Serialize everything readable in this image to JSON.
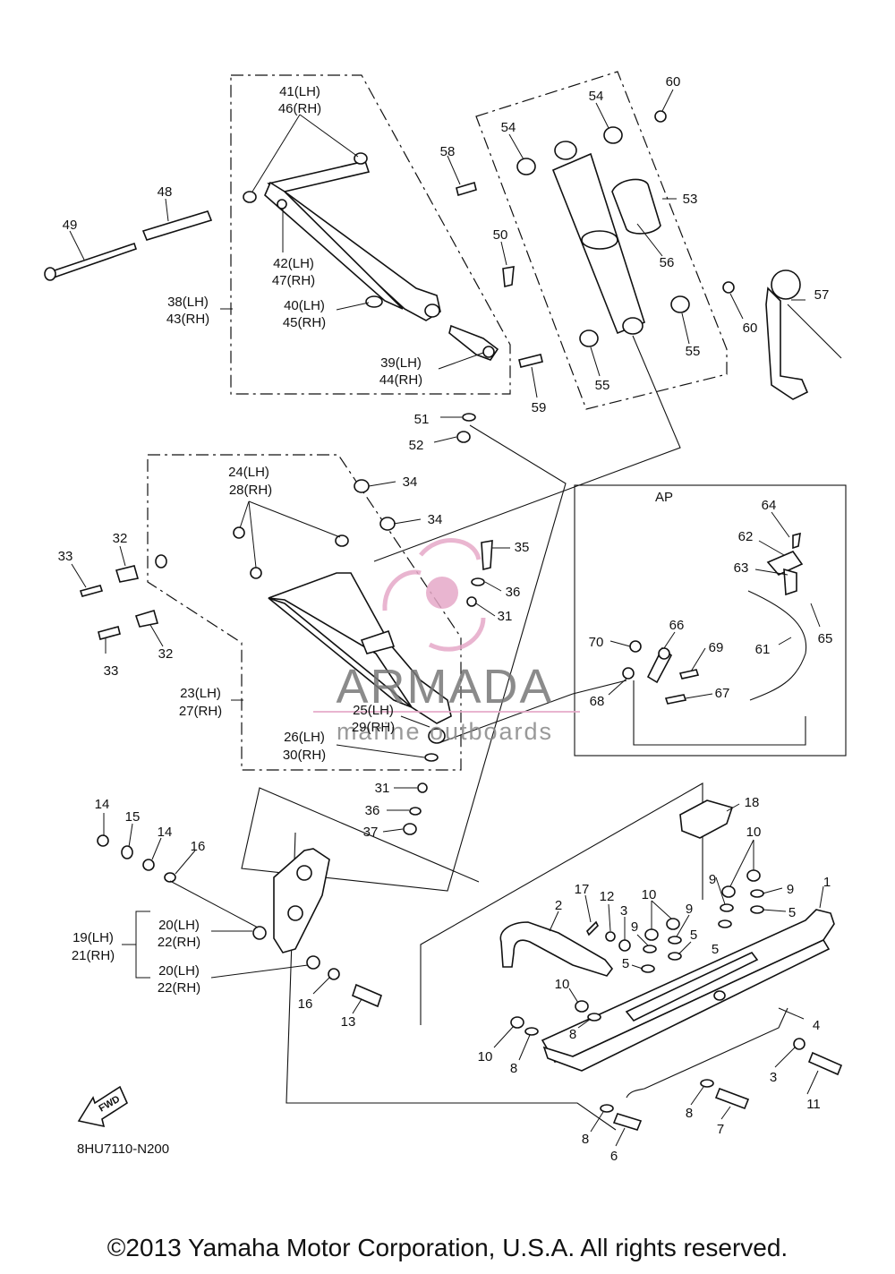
{
  "diagram_code": "8HU7110-N200",
  "fwd_label": "FWD",
  "copyright": "©2013 Yamaha Motor Corporation, U.S.A. All rights reserved.",
  "watermark": {
    "brand": "ARMADA",
    "tagline": "marine outboards",
    "color": "#e6a9c8"
  },
  "inset_title": "AP",
  "callouts": [
    {
      "id": "c1",
      "text": "41(LH)"
    },
    {
      "id": "c2",
      "text": "46(RH)"
    },
    {
      "id": "c3",
      "text": "48"
    },
    {
      "id": "c4",
      "text": "49"
    },
    {
      "id": "c5",
      "text": "42(LH)"
    },
    {
      "id": "c6",
      "text": "47(RH)"
    },
    {
      "id": "c7",
      "text": "38(LH)"
    },
    {
      "id": "c8",
      "text": "43(RH)"
    },
    {
      "id": "c9",
      "text": "40(LH)"
    },
    {
      "id": "c10",
      "text": "45(RH)"
    },
    {
      "id": "c11",
      "text": "50"
    },
    {
      "id": "c12",
      "text": "39(LH)"
    },
    {
      "id": "c13",
      "text": "44(RH)"
    },
    {
      "id": "c14",
      "text": "51"
    },
    {
      "id": "c15",
      "text": "52"
    },
    {
      "id": "c16",
      "text": "58"
    },
    {
      "id": "c17",
      "text": "54"
    },
    {
      "id": "c18",
      "text": "54"
    },
    {
      "id": "c19",
      "text": "60"
    },
    {
      "id": "c20",
      "text": "53"
    },
    {
      "id": "c21",
      "text": "56"
    },
    {
      "id": "c22",
      "text": "57"
    },
    {
      "id": "c23",
      "text": "60"
    },
    {
      "id": "c24",
      "text": "55"
    },
    {
      "id": "c25",
      "text": "55"
    },
    {
      "id": "c26",
      "text": "59"
    },
    {
      "id": "c27",
      "text": "24(LH)"
    },
    {
      "id": "c28",
      "text": "28(RH)"
    },
    {
      "id": "c29",
      "text": "34"
    },
    {
      "id": "c30",
      "text": "34"
    },
    {
      "id": "c31",
      "text": "33"
    },
    {
      "id": "c32",
      "text": "32"
    },
    {
      "id": "c33",
      "text": "35"
    },
    {
      "id": "c34",
      "text": "36"
    },
    {
      "id": "c35",
      "text": "31"
    },
    {
      "id": "c36",
      "text": "33"
    },
    {
      "id": "c37",
      "text": "32"
    },
    {
      "id": "c38",
      "text": "23(LH)"
    },
    {
      "id": "c39",
      "text": "27(RH)"
    },
    {
      "id": "c40",
      "text": "25(LH)"
    },
    {
      "id": "c41",
      "text": "29(RH)"
    },
    {
      "id": "c42",
      "text": "26(LH)"
    },
    {
      "id": "c43",
      "text": "30(RH)"
    },
    {
      "id": "c44",
      "text": "31"
    },
    {
      "id": "c45",
      "text": "36"
    },
    {
      "id": "c46",
      "text": "37"
    },
    {
      "id": "c47",
      "text": "64"
    },
    {
      "id": "c48",
      "text": "62"
    },
    {
      "id": "c49",
      "text": "63"
    },
    {
      "id": "c50",
      "text": "65"
    },
    {
      "id": "c51",
      "text": "61"
    },
    {
      "id": "c52",
      "text": "66"
    },
    {
      "id": "c53",
      "text": "70"
    },
    {
      "id": "c54",
      "text": "69"
    },
    {
      "id": "c55",
      "text": "68"
    },
    {
      "id": "c56",
      "text": "67"
    },
    {
      "id": "c57",
      "text": "14"
    },
    {
      "id": "c58",
      "text": "15"
    },
    {
      "id": "c59",
      "text": "14"
    },
    {
      "id": "c60",
      "text": "16"
    },
    {
      "id": "c61",
      "text": "19(LH)"
    },
    {
      "id": "c62",
      "text": "21(RH)"
    },
    {
      "id": "c63",
      "text": "20(LH)"
    },
    {
      "id": "c64",
      "text": "22(RH)"
    },
    {
      "id": "c65",
      "text": "20(LH)"
    },
    {
      "id": "c66",
      "text": "22(RH)"
    },
    {
      "id": "c67",
      "text": "16"
    },
    {
      "id": "c68",
      "text": "13"
    },
    {
      "id": "c69",
      "text": "18"
    },
    {
      "id": "c70",
      "text": "10"
    },
    {
      "id": "c71",
      "text": "9"
    },
    {
      "id": "c72",
      "text": "9"
    },
    {
      "id": "c73",
      "text": "1"
    },
    {
      "id": "c74",
      "text": "5"
    },
    {
      "id": "c75",
      "text": "17"
    },
    {
      "id": "c76",
      "text": "12"
    },
    {
      "id": "c77",
      "text": "3"
    },
    {
      "id": "c78",
      "text": "10"
    },
    {
      "id": "c79",
      "text": "9"
    },
    {
      "id": "c80",
      "text": "9"
    },
    {
      "id": "c81",
      "text": "5"
    },
    {
      "id": "c82",
      "text": "5"
    },
    {
      "id": "c83",
      "text": "2"
    },
    {
      "id": "c84",
      "text": "5"
    },
    {
      "id": "c85",
      "text": "10"
    },
    {
      "id": "c86",
      "text": "8"
    },
    {
      "id": "c87",
      "text": "4"
    },
    {
      "id": "c88",
      "text": "10"
    },
    {
      "id": "c89",
      "text": "8"
    },
    {
      "id": "c90",
      "text": "3"
    },
    {
      "id": "c91",
      "text": "11"
    },
    {
      "id": "c92",
      "text": "8"
    },
    {
      "id": "c93",
      "text": "7"
    },
    {
      "id": "c94",
      "text": "8"
    },
    {
      "id": "c95",
      "text": "6"
    }
  ]
}
